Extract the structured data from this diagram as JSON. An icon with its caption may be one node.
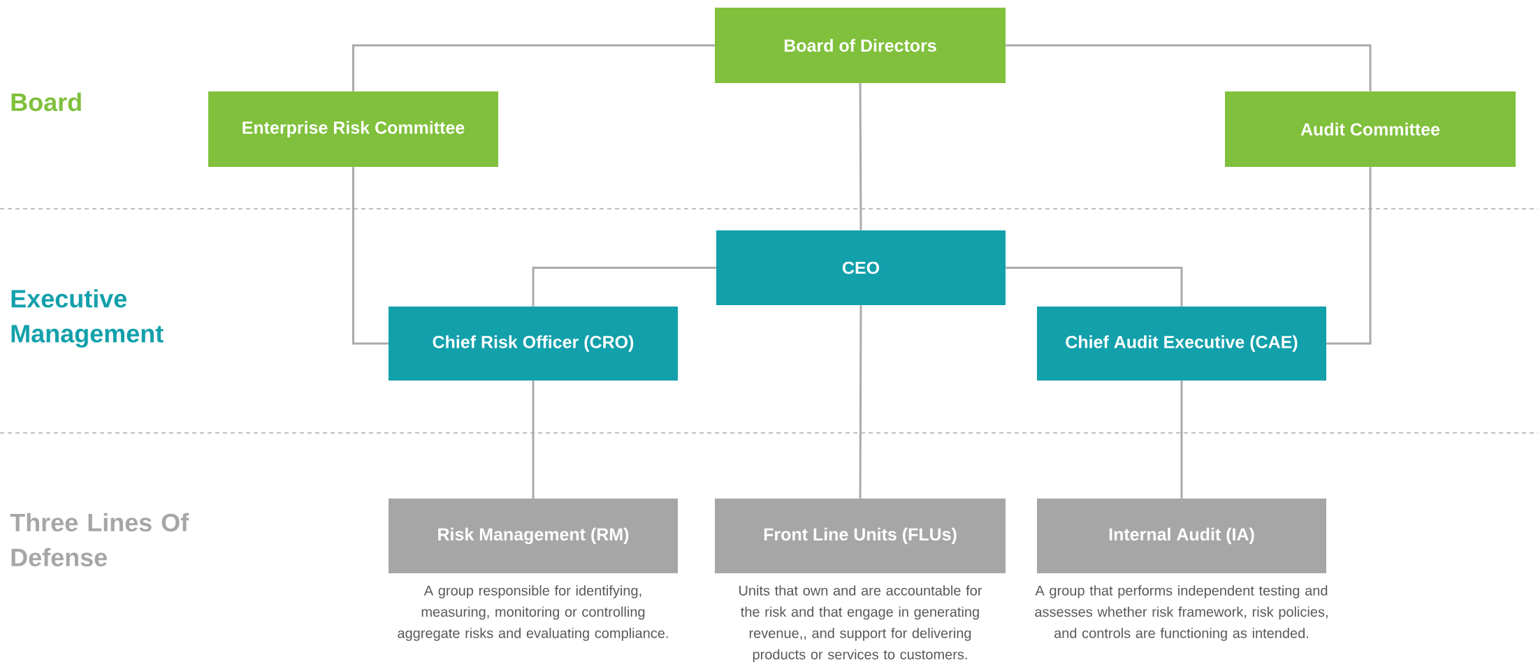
{
  "diagram": {
    "nodes": [
      {
        "text": [
          "Board of Directors"
        ]
      },
      {
        "text": [
          "Enterprise Risk Committee"
        ]
      },
      {
        "text": [
          "Audit Committee"
        ]
      },
      {
        "text": [
          "CEO"
        ]
      },
      {
        "text": [
          "Chief Risk Officer (CRO)"
        ]
      },
      {
        "text": [
          "Chief Audit Executive (CAE)"
        ]
      },
      {
        "text": [
          "Risk Management (RM)"
        ],
        "beside": [
          "A group responsible for identifying, measuring, monitoring or controlling aggregate risks and evaluating compliance."
        ]
      },
      {
        "text": [
          "Front Line Units (FLUs)"
        ],
        "beside": [
          "Units that own and are accountable for the risk and that engage in generating revenue,, and support for delivering products or services to customers."
        ]
      },
      {
        "text": [
          "Internal Audit (IA)"
        ],
        "beside": [
          "A group that performs independent testing and assesses whether risk framework, risk policies, and controls are functioning as intended."
        ]
      }
    ],
    "edges": [
      {
        "from": 0,
        "to": 1,
        "arrow": "none"
      },
      {
        "from": 0,
        "to": 2,
        "arrow": "none"
      },
      {
        "from": 0,
        "to": 3,
        "arrow": "none"
      },
      {
        "from": 1,
        "to": 4,
        "arrow": "none"
      },
      {
        "from": 2,
        "to": 5,
        "arrow": "none"
      },
      {
        "from": 3,
        "to": 4,
        "arrow": "none"
      },
      {
        "from": 3,
        "to": 5,
        "arrow": "none"
      },
      {
        "from": 3,
        "to": 7,
        "arrow": "none"
      },
      {
        "from": 4,
        "to": 6,
        "arrow": "none"
      },
      {
        "from": 5,
        "to": 8,
        "arrow": "none"
      }
    ],
    "labels": [
      "Board",
      "Executive Management",
      "Three Lines Of Defense"
    ]
  }
}
